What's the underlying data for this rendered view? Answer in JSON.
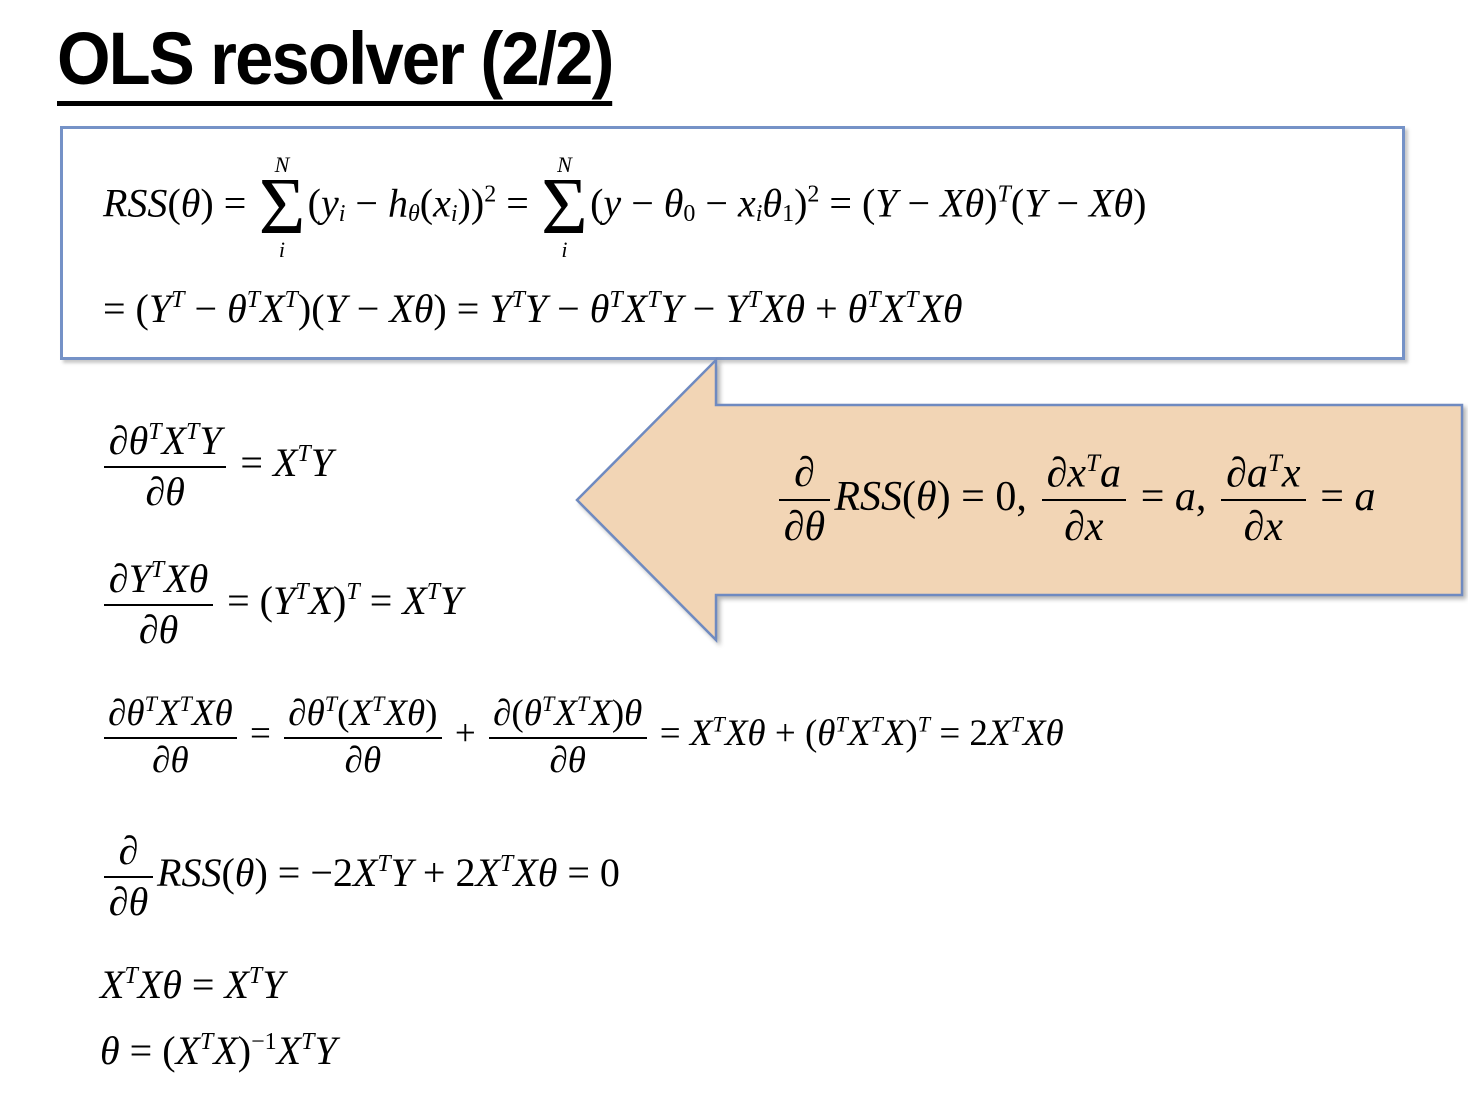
{
  "title": "OLS resolver (2/2)",
  "box": {
    "line1": "RSS(θ) = \\S{N}{i}(y_{i} − h_{θ}(x_{i}))^{2} = \\S{N}{i}(y − θ_{0} − x_{i}θ_{1})^{2} = (Y − Xθ)^{T}(Y − Xθ)",
    "line2": "= (Y^{T} − θ^{T}X^{T})(Y − Xθ) = Y^{T}Y − θ^{T}X^{T}Y − Y^{T}Xθ + θ^{T}X^{T}Xθ"
  },
  "arrow": {
    "formula": "\\f{∂}{∂θ}RSS(θ) = 0, \\f{∂x^{T}a}{∂x} = a, \\f{∂a^{T}x}{∂x} = a",
    "fill": "#f2d5b5",
    "border": "#6f8ac0"
  },
  "derivations": [
    "\\f{∂θ^{T}X^{T}Y}{∂θ} = X^{T}Y",
    "\\f{∂Y^{T}Xθ}{∂θ} = (Y^{T}X)^{T} = X^{T}Y",
    "\\f{∂θ^{T}X^{T}Xθ}{∂θ} = \\f{∂θ^{T}(X^{T}Xθ)}{∂θ} + \\f{∂(θ^{T}X^{T}X)θ}{∂θ} = X^{T}Xθ + (θ^{T}X^{T}X)^{T} = 2X^{T}Xθ",
    "\\f{∂}{∂θ}RSS(θ) = −2X^{T}Y + 2X^{T}Xθ = 0",
    "X^{T}Xθ = X^{T}Y",
    "θ = (X^{T}X)^{−1}X^{T}Y"
  ],
  "colors": {
    "box_border": "#7592c7",
    "arrow_fill": "#f2d5b5",
    "arrow_border": "#6f8ac0",
    "text": "#000000"
  }
}
